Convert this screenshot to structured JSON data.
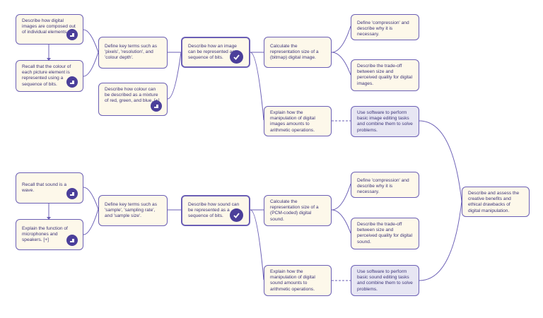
{
  "nodes": {
    "n1": "Describe how digital images are composed out of individual elements.",
    "n2": "Recall that the colour of each picture element is represented using a sequence of bits.",
    "n3": "Define key terms such as 'pixels', 'resolution', and 'colour depth'.",
    "n4": "Describe how colour can be described as a mixture of red, green, and blue. [+]",
    "n5": "Describe how an image can be represented as a sequence of bits.",
    "n6": "Calculate the representation size of a (bitmap) digital image.",
    "n7": "Explain how the manipulation of digital images amounts to arithmetic operations.",
    "n8": "Define 'compression' and describe why it is necessary.",
    "n9": "Describe the trade-off between size and perceived quality for digital images.",
    "n10": "Use software to perform basic image editing tasks and combine them to solve problems.",
    "n11": "Recall that sound is a wave.",
    "n12": "Explain the function of microphones and speakers. [+]",
    "n13": "Define key terms such as 'sample', 'sampling rate', and 'sample size'.",
    "n14": "Describe how sound can be represented as a sequence of bits.",
    "n15": "Calculate the representation size of a (PCM-coded) digital sound.",
    "n16": "Explain how the manipulation of digital sound amounts to arithmetic operations.",
    "n17": "Define 'compression' and describe why it is necessary.",
    "n18": "Describe the trade-off between size and perceived quality for digital sound.",
    "n19": "Use software to perform basic sound editing tasks and combine them to solve problems.",
    "n20": "Describe and assess the creative benefits and ethical drawbacks of digital manipulation."
  },
  "colors": {
    "border": "#6b5fb5",
    "node_fill": "#fdf8ea",
    "practice_fill": "#e7e6f3",
    "badge": "#4b3f9a",
    "text": "#3d3578"
  },
  "icons": {
    "prerequisite_badge": "step-icon",
    "current_badge": "check-icon"
  }
}
